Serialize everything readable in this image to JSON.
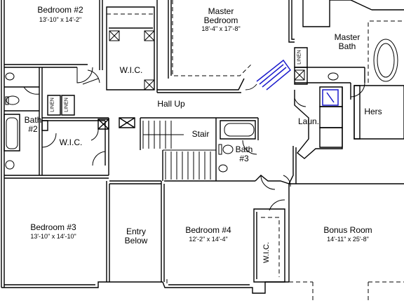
{
  "rooms": {
    "bedroom2": {
      "name": "Bedroom #2",
      "dim": "13'-10\" x 14'-2\""
    },
    "master_bedroom": {
      "name_line1": "Master",
      "name_line2": "Bedroom",
      "dim": "18'-4\" x 17'-8\""
    },
    "master_bath": {
      "name_line1": "Master",
      "name_line2": "Bath"
    },
    "wic_top": {
      "name": "W.I.C."
    },
    "hall": {
      "name": "Hall Up"
    },
    "bath2": {
      "name_line1": "Bath",
      "name_line2": "#2"
    },
    "wic_left": {
      "name": "W.I.C."
    },
    "stair": {
      "name": "Stair"
    },
    "bath3": {
      "name_line1": "Bath",
      "name_line2": "#3"
    },
    "laundry": {
      "name": "Laun."
    },
    "hers": {
      "name": "Hers"
    },
    "bedroom3": {
      "name": "Bedroom #3",
      "dim": "13'-10\" x 14'-10\""
    },
    "entry_below": {
      "name_line1": "Entry",
      "name_line2": "Below"
    },
    "bedroom4": {
      "name": "Bedroom #4",
      "dim": "12'-2\" x 14'-4\""
    },
    "wic_bottom": {
      "name": "W.I.C."
    },
    "bonus_room": {
      "name": "Bonus Room",
      "dim": "14'-11\" x 25'-8\""
    }
  },
  "linen": {
    "left1": "LINEN",
    "left2": "LINEN",
    "right": "LINEN"
  },
  "colors": {
    "wall": "#000000",
    "highlight": "#1a1acc",
    "dash": "#000000"
  }
}
